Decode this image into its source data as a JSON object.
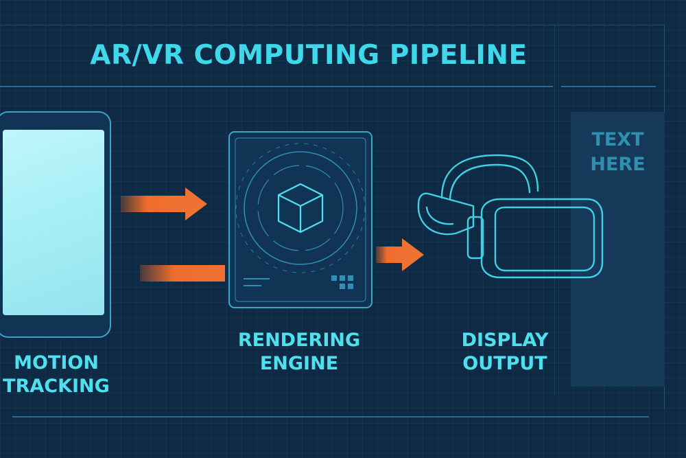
{
  "title": "AR/VR COMPUTING PIPELINE",
  "stages": [
    {
      "label_line1": "MOTION",
      "label_line2": "TRACKING",
      "icon": "smartphone-icon"
    },
    {
      "label_line1": "RENDERING",
      "label_line2": "ENGINE",
      "icon": "cube-icon"
    },
    {
      "label_line1": "DISPLAY",
      "label_line2": "OUTPUT",
      "icon": "vr-headset-icon"
    }
  ],
  "side_box": {
    "line1": "TEXT",
    "line2": "HERE"
  },
  "colors": {
    "background": "#0f2a44",
    "accent_cyan": "#3fd8ea",
    "arrow_orange": "#f07232",
    "line_blue": "#2c6a93"
  }
}
